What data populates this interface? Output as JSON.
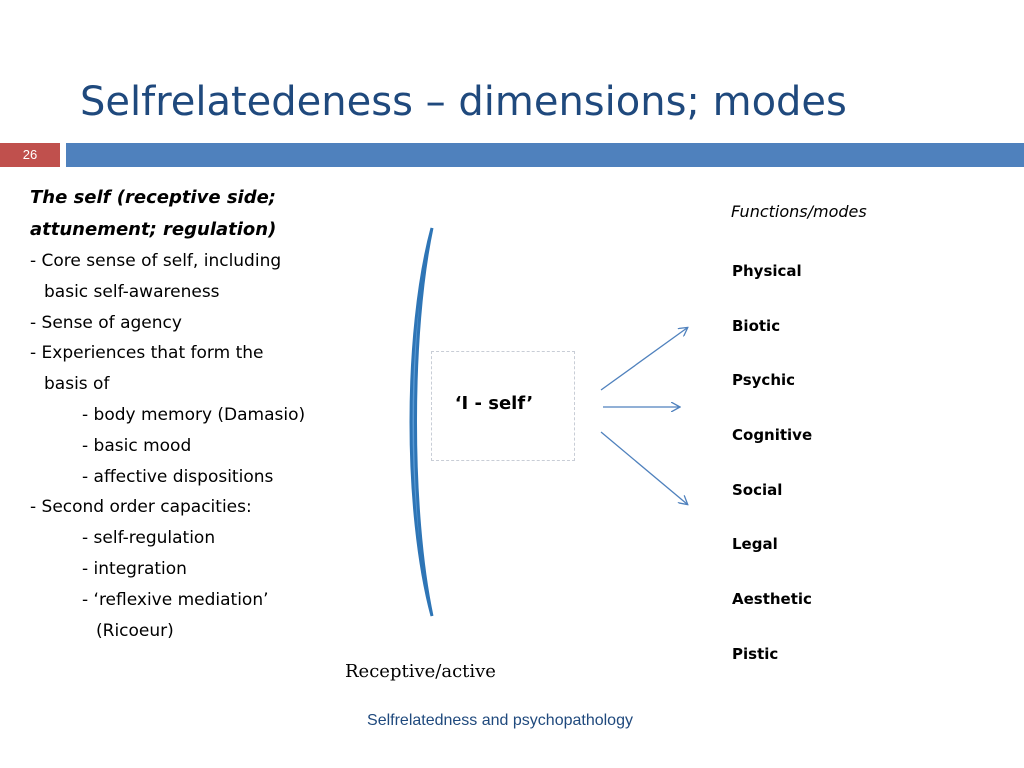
{
  "slide": {
    "title": "Selfrelatedeness – dimensions; modes",
    "number": "26",
    "footer": "Selfrelatedness and psychopathology"
  },
  "colors": {
    "title": "#1f497d",
    "header_bar": "#4f81bd",
    "number_box": "#c0504d",
    "bracket": "#2e75b6",
    "arrows": "#4f81bd"
  },
  "left_column": {
    "heading": [
      "The self (receptive side;",
      "attunement; regulation)"
    ],
    "lines": [
      {
        "text": "- Core sense of self, including",
        "indent": 0
      },
      {
        "text": "basic self-awareness",
        "indent": 1
      },
      {
        "text": "- Sense of agency",
        "indent": 0
      },
      {
        "text": "- Experiences that form the",
        "indent": 0
      },
      {
        "text": "basis of",
        "indent": 1
      },
      {
        "text": "- body memory (Damasio)",
        "indent": 2
      },
      {
        "text": "- basic mood",
        "indent": 2
      },
      {
        "text": "- affective dispositions",
        "indent": 2
      },
      {
        "text": "- Second order capacities:",
        "indent": 0
      },
      {
        "text": "- self-regulation",
        "indent": 2
      },
      {
        "text": "- integration",
        "indent": 2
      },
      {
        "text": "- ‘reflexive mediation’",
        "indent": 2
      },
      {
        "text": "(Ricoeur)",
        "indent": 3
      }
    ]
  },
  "center": {
    "self_label": "‘I - self’",
    "bracket_caption": "Receptive/active"
  },
  "right_column": {
    "heading": "Functions/modes",
    "modes": [
      "Physical",
      "Biotic",
      "Psychic",
      "Cognitive",
      "Social",
      "Legal",
      "Aesthetic",
      "Pistic"
    ]
  }
}
